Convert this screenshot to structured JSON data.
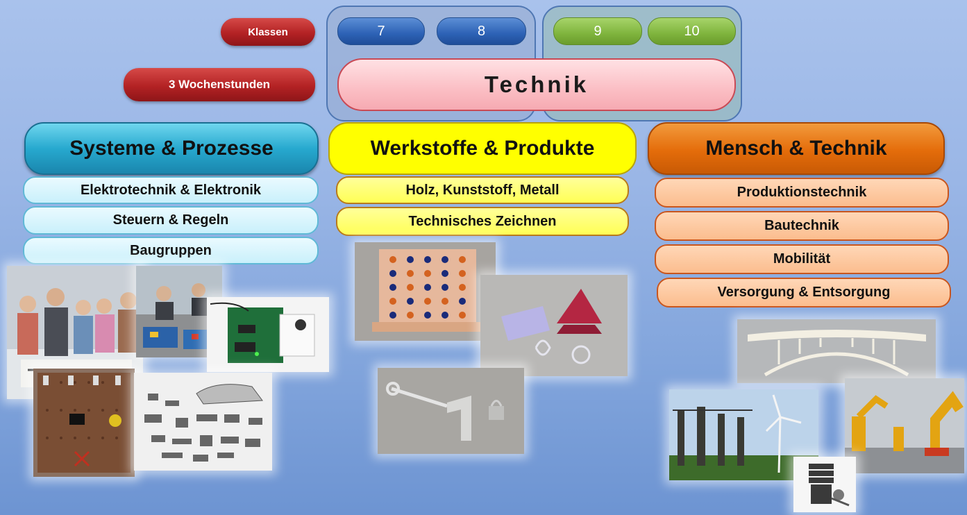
{
  "header": {
    "klassen_label": "Klassen",
    "wochenstunden_label": "3  Wochenstunden",
    "grades": [
      "7",
      "8",
      "9",
      "10"
    ],
    "subject": "Technik"
  },
  "categories": [
    {
      "title": "Systeme & Prozesse",
      "items": [
        "Elektrotechnik & Elektronik",
        "Steuern & Regeln",
        "Baugruppen"
      ]
    },
    {
      "title": "Werkstoffe & Produkte",
      "items": [
        "Holz, Kunststoff, Metall",
        "Technisches Zeichnen"
      ]
    },
    {
      "title": "Mensch & Technik",
      "items": [
        "Produktionstechnik",
        "Bautechnik",
        "Mobilität",
        "Versorgung & Entsorgung"
      ]
    }
  ],
  "colors": {
    "red": "#b32224",
    "blue_grade": "#2d62b5",
    "green_grade": "#7fb43d",
    "technik_fill": "#fbbec4",
    "systeme_fill": "#27a9cf",
    "werkstoffe_fill": "#ffff00",
    "mensch_fill": "#e46c0a"
  },
  "photos": [
    {
      "icon": "classroom-photo"
    },
    {
      "icon": "lego-robotics-photo"
    },
    {
      "icon": "circuit-board-photo"
    },
    {
      "icon": "perfboard-photo"
    },
    {
      "icon": "car-parts-photo"
    },
    {
      "icon": "connect-four-photo"
    },
    {
      "icon": "plastic-parts-photo"
    },
    {
      "icon": "metal-tools-photo"
    },
    {
      "icon": "bridge-model-photo"
    },
    {
      "icon": "power-wind-photo"
    },
    {
      "icon": "industrial-robot-photo"
    },
    {
      "icon": "engine-photo"
    }
  ]
}
